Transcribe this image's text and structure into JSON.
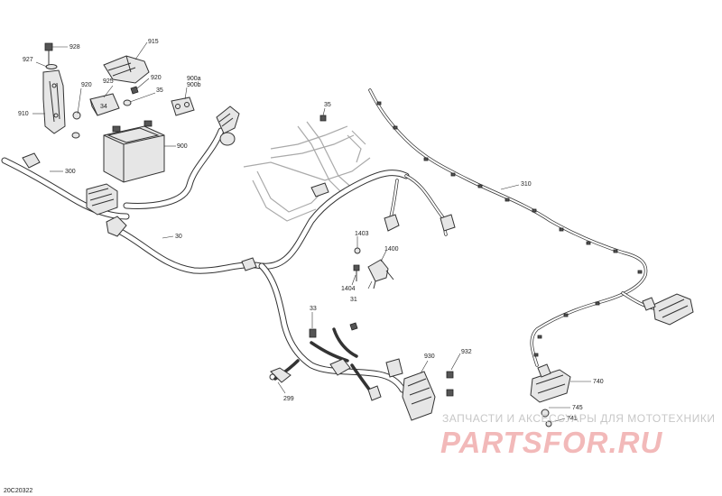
{
  "diagram": {
    "part_numbers": {
      "p928": "928",
      "p927": "927",
      "p920a": "920",
      "p910": "910",
      "p915": "915",
      "p920b": "920",
      "p925": "925",
      "p35a": "35",
      "p900a": "900a",
      "p900b": "900b",
      "p35b": "35",
      "p900": "900",
      "p300": "300",
      "p30": "30",
      "p310": "310",
      "p1403": "1403",
      "p1400": "1400",
      "p1404": "1404",
      "p31": "31",
      "p33": "33",
      "p930": "930",
      "p932": "932",
      "p740": "740",
      "p745": "745",
      "p741": "741",
      "p299": "299"
    },
    "battery_callout": "34",
    "reference_code": "20C20322"
  },
  "watermark": {
    "tagline": "ЗАПЧАСТИ И АКСЕССУАРЫ ДЛЯ МОТОТЕХНИКИ",
    "logo": "PARTSFOR.RU",
    "color": "#f2b9b9"
  }
}
